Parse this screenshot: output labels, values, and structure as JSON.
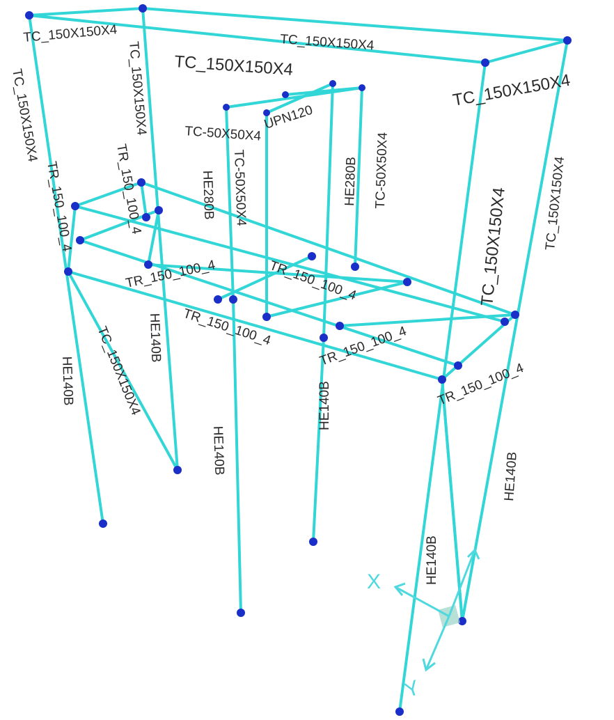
{
  "labels": {
    "l1": "TC_150X150X4",
    "l2": "TC_150X150X4",
    "l3": "TC_150X150X4",
    "l4": "TC_150X150X4",
    "l5": "TC_150X150X4",
    "l6": "TC_150X150X4",
    "l7": "TC_150X150X4",
    "l8": "TC_150X150X4",
    "l9": "TC_150X150X4",
    "l10": "TC-50X50X4",
    "l11": "TC-50X50X4",
    "l12": "TC-50X50X4",
    "l13": "UPN120",
    "l14": "HE280B",
    "l15": "HE280B",
    "l16": "HE140B",
    "l17": "HE140B",
    "l18": "HE140B",
    "l19": "HE140B",
    "l20": "HE140B",
    "l21": "TR_150_100_4",
    "l22": "TR_150_100_4",
    "l23": "TR_150_100_4",
    "l24": "TR_150_100_4",
    "l25": "TR_150_100_4",
    "l26": "TR_150_100_4",
    "l27": "TR_150_100_4",
    "l28": "HE140B"
  },
  "axis": {
    "x_label": "X",
    "y_label": "Y",
    "color": "#4fd8de"
  },
  "colors": {
    "member": "#33d6d6",
    "node": "#1a2ec8",
    "text": "#2a2a2a",
    "background": "#ffffff"
  }
}
